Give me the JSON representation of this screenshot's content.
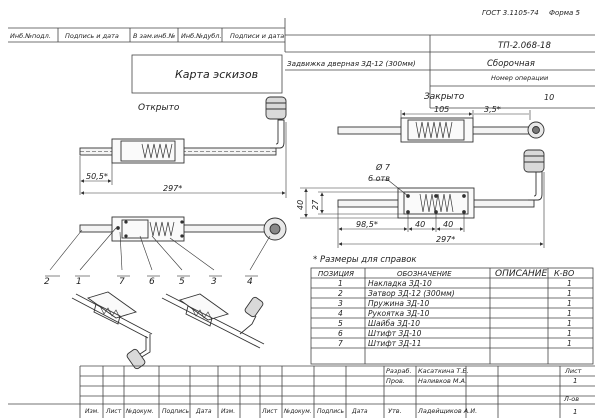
{
  "header": {
    "gost": "ГОСТ 3.1105-74",
    "form": "Форма 5",
    "inv_podl": "Инб.№подл.",
    "podpis_data_1": "Подпись и дата",
    "vzam_inv": "В зам.инб.№",
    "inv_dubl": "Инб.№дубл.",
    "podpis_data_2": "Подписи и дата"
  },
  "card_title": "Карта эскизов",
  "doc_code": "ТП-2.068-18",
  "product_name": "Задвижка дверная ЗД-12 (300мм)",
  "operation_type": "Сборочная",
  "operation_number_label": "Номер операции",
  "operation_number": "10",
  "views": {
    "open_label": "Открыто",
    "closed_label": "Закрыто",
    "dim_105": "105",
    "dim_3_5": "3,5*",
    "dim_50_5": "50,5*",
    "dim_297_top": "297*",
    "dim_hole": "Ø 7",
    "dim_holes": "6 отв",
    "dim_40_left": "40",
    "dim_27": "27",
    "dim_98_5": "98,5*",
    "dim_40_a": "40",
    "dim_40_b": "40",
    "dim_297_bot": "297*",
    "reference_note": "* Размеры для справок",
    "callouts": [
      "2",
      "1",
      "7",
      "6",
      "5",
      "3",
      "4"
    ]
  },
  "parts_table": {
    "headers": [
      "ПОЗИЦИЯ",
      "ОБОЗНАЧЕНИЕ",
      "ОПИСАНИЕ",
      "К-ВО"
    ],
    "rows": [
      {
        "pos": "1",
        "name": "Накладка ЗД-10",
        "qty": "1"
      },
      {
        "pos": "2",
        "name": "Затвор ЗД-12 (300мм)",
        "qty": "1"
      },
      {
        "pos": "3",
        "name": "Пружина ЗД-10",
        "qty": "1"
      },
      {
        "pos": "4",
        "name": "Рукоятка ЗД-10",
        "qty": "1"
      },
      {
        "pos": "5",
        "name": "Шайба ЗД-10",
        "qty": "1"
      },
      {
        "pos": "6",
        "name": "Штифт ЗД-10",
        "qty": "1"
      },
      {
        "pos": "7",
        "name": "Штифт ЗД-11",
        "qty": "1"
      }
    ]
  },
  "title_block": {
    "razrab_label": "Разраб.",
    "razrab_name": "Касаткина Т.Е.",
    "prov_label": "Пров.",
    "prov_name": "Наливков М.А.",
    "utv_label": "Утв.",
    "utv_name": "Ладейщиков А.И.",
    "list_label": "Лист",
    "list_value": "1",
    "listov_label": "Л-ов",
    "listov_value": "1",
    "col_izm": "Изм.",
    "col_list": "Лист",
    "col_ndoc": "№докум.",
    "col_podp": "Подпись",
    "col_data": "Дата",
    "col_izm2": "Изм.",
    "col_list2": "Лист",
    "col_ndoc2": "№докум.",
    "col_podp2": "Подпись",
    "col_data2": "Дата"
  }
}
